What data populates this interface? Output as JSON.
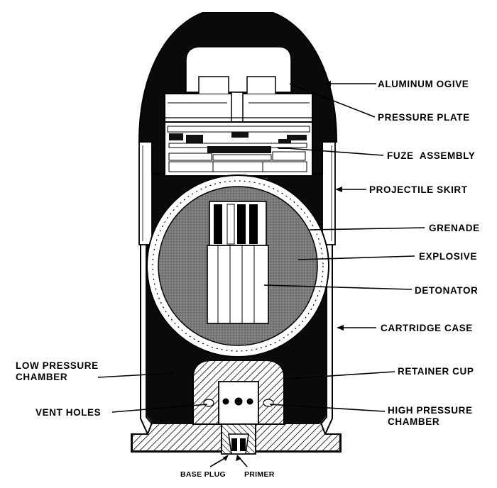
{
  "labels": {
    "aluminum_ogive": "ALUMINUM OGIVE",
    "pressure_plate": "PRESSURE PLATE",
    "fuze_assembly": "FUZE  ASSEMBLY",
    "projectile_skirt": "PROJECTILE SKIRT",
    "grenade": "GRENADE",
    "explosive": "EXPLOSIVE",
    "detonator": "DETONATOR",
    "cartridge_case": "CARTRIDGE CASE",
    "low_pressure_chamber_1": "LOW PRESSURE",
    "low_pressure_chamber_2": "CHAMBER",
    "retainer_cup": "RETAINER CUP",
    "vent_holes": "VENT HOLES",
    "high_pressure_chamber_1": "HIGH PRESSURE",
    "high_pressure_chamber_2": "CHAMBER",
    "base_plug": "BASE PLUG",
    "primer": "PRIMER"
  }
}
